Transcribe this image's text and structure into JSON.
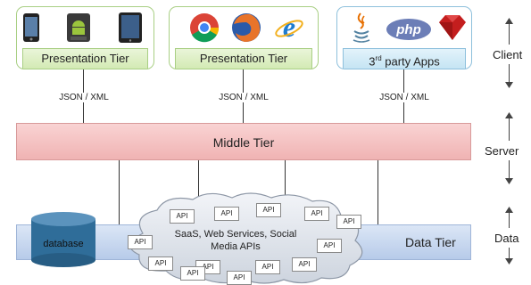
{
  "client_boxes": [
    {
      "label": "Presentation Tier",
      "icons": [
        "smartphone-icon",
        "android-icon",
        "tablet-icon"
      ]
    },
    {
      "label": "Presentation Tier",
      "icons": [
        "chrome-icon",
        "firefox-icon",
        "internet-explorer-icon"
      ]
    },
    {
      "label_main": "3",
      "label_sup": "rd",
      "label_rest": " party Apps",
      "icons": [
        "java-icon",
        "php-icon",
        "ruby-icon"
      ]
    }
  ],
  "connector_label": "JSON / XML",
  "middle_tier": "Middle Tier",
  "data_tier": "Data Tier",
  "database_label": "database",
  "cloud": {
    "line1": "SaaS, Web Services, Social",
    "line2": "Media APIs",
    "api_label": "API"
  },
  "php_logo_text": "php",
  "side_labels": {
    "client": "Client",
    "server": "Server",
    "data": "Data"
  },
  "colors": {
    "client_green": "#a9cf84",
    "client_blue": "#8ec0dc",
    "middle_tier": "#f0b3b3",
    "data_tier": "#b7cbe9",
    "database": "#2f6d99"
  }
}
